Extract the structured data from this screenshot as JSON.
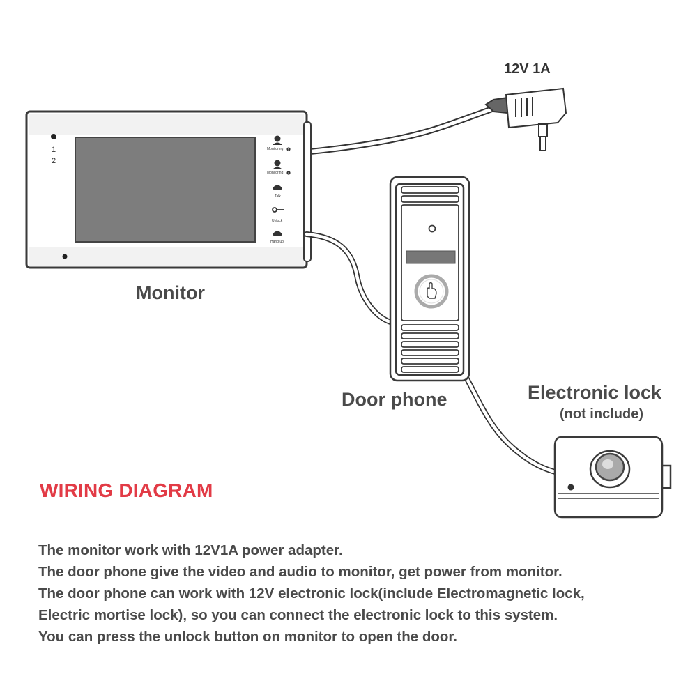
{
  "power": {
    "label": "12V 1A"
  },
  "monitor": {
    "label": "Monitor",
    "channel_1": "1",
    "channel_2": "2",
    "buttons": [
      {
        "label": "Monitoring ",
        "badge": "1"
      },
      {
        "label": "Monitoring ",
        "badge": "2"
      },
      {
        "label": "Talk"
      },
      {
        "label": "Unlock"
      },
      {
        "label": "Hang up"
      }
    ]
  },
  "door_phone": {
    "label": "Door phone"
  },
  "lock": {
    "label": "Electronic lock",
    "note": "(not include)"
  },
  "title": "WIRING DIAGRAM",
  "notes": [
    "The monitor work with 12V1A power adapter.",
    "The door phone give the video and audio to monitor, get power from monitor.",
    "The door phone can work with 12V electronic lock(include Electromagnetic lock,",
    "Electric mortise lock), so you can connect the electronic lock to this system.",
    "You can press the unlock button on monitor to open the door."
  ],
  "colors": {
    "title": "#e23b46",
    "text": "#4a4a4a",
    "outline": "#3a3a3a",
    "screen": "#7d7d7d"
  }
}
